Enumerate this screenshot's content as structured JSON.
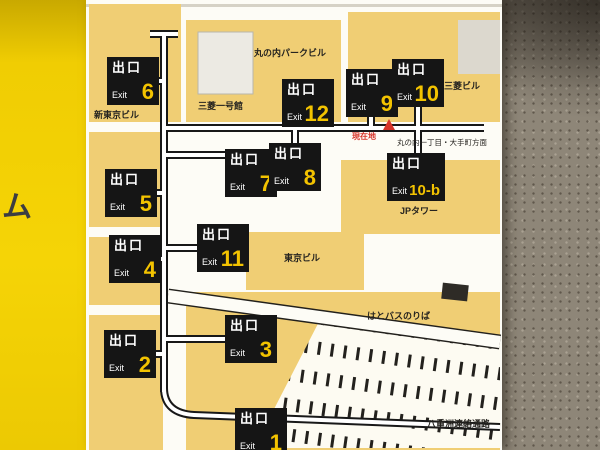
{
  "photo": {
    "partial_left_text": "ム"
  },
  "map": {
    "exit_word_ja": "出口",
    "exit_word_en": "Exit",
    "exits": [
      {
        "number": "1"
      },
      {
        "number": "2"
      },
      {
        "number": "3"
      },
      {
        "number": "4"
      },
      {
        "number": "5"
      },
      {
        "number": "6"
      },
      {
        "number": "7"
      },
      {
        "number": "8"
      },
      {
        "number": "9"
      },
      {
        "number": "10"
      },
      {
        "number": "10-b"
      },
      {
        "number": "11"
      },
      {
        "number": "12"
      }
    ],
    "labels": {
      "marunouchi_park_building": "丸の内パークビル",
      "mitsubishi_ichigokan": "三菱一号館",
      "shin_tokyo_building": "新東京ビル",
      "mitsubishi_building": "三菱ビル",
      "current_location": "現在地",
      "direction_note": "丸の内一丁目・大手町方面",
      "jp_tower": "JPタワー",
      "tokyo_building": "東京ビル",
      "hato_bus_stop": "はとバスのりば",
      "yaesu_passage": "八重洲連絡通路"
    },
    "colors": {
      "sign_border_yellow": "#f2cf04",
      "map_block_yellow": "#f0ce74",
      "exit_number_yellow": "#f3c300",
      "current_location_red": "#d7352a"
    }
  }
}
